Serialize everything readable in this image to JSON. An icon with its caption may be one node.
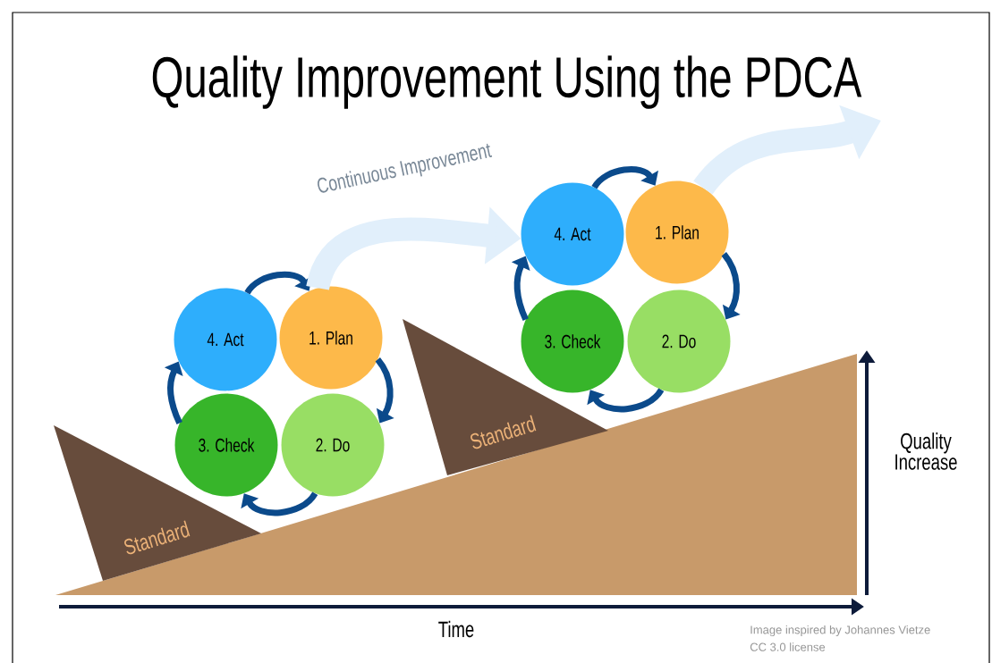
{
  "diagram": {
    "title": "Quality Improvement Using the PDCA",
    "nodes": [
      {
        "text": [
          "4. Act"
        ]
      },
      {
        "text": [
          "1. Plan"
        ]
      },
      {
        "text": [
          "3. Check"
        ]
      },
      {
        "text": [
          "2. Do"
        ]
      },
      {
        "text": [
          "4. Act"
        ]
      },
      {
        "text": [
          "1. Plan"
        ]
      },
      {
        "text": [
          "3. Check"
        ]
      },
      {
        "text": [
          "2. Do"
        ]
      },
      {
        "text": [
          "Standard"
        ]
      },
      {
        "text": [
          "Standard"
        ]
      }
    ],
    "edges": [
      {
        "from": 1,
        "to": 3,
        "arrow": "to"
      },
      {
        "from": 3,
        "to": 2,
        "arrow": "to"
      },
      {
        "from": 2,
        "to": 0,
        "arrow": "to"
      },
      {
        "from": 0,
        "to": 1,
        "arrow": "to"
      },
      {
        "from": 5,
        "to": 7,
        "arrow": "to"
      },
      {
        "from": 7,
        "to": 6,
        "arrow": "to"
      },
      {
        "from": 6,
        "to": 4,
        "arrow": "to"
      },
      {
        "from": 4,
        "to": 5,
        "arrow": "to"
      },
      {
        "from": 1,
        "to": 4,
        "arrow": "to",
        "label": "Continuous Improvement",
        "style": "thick",
        "color": "#e1effb"
      },
      {
        "from": 5,
        "to": null,
        "arrow": "to",
        "style": "thick",
        "color": "#e1effb"
      }
    ],
    "labels": [
      "Quality Increase",
      "Time",
      "Image inspired by Johannes Vietze",
      "CC 3.0 license"
    ]
  }
}
